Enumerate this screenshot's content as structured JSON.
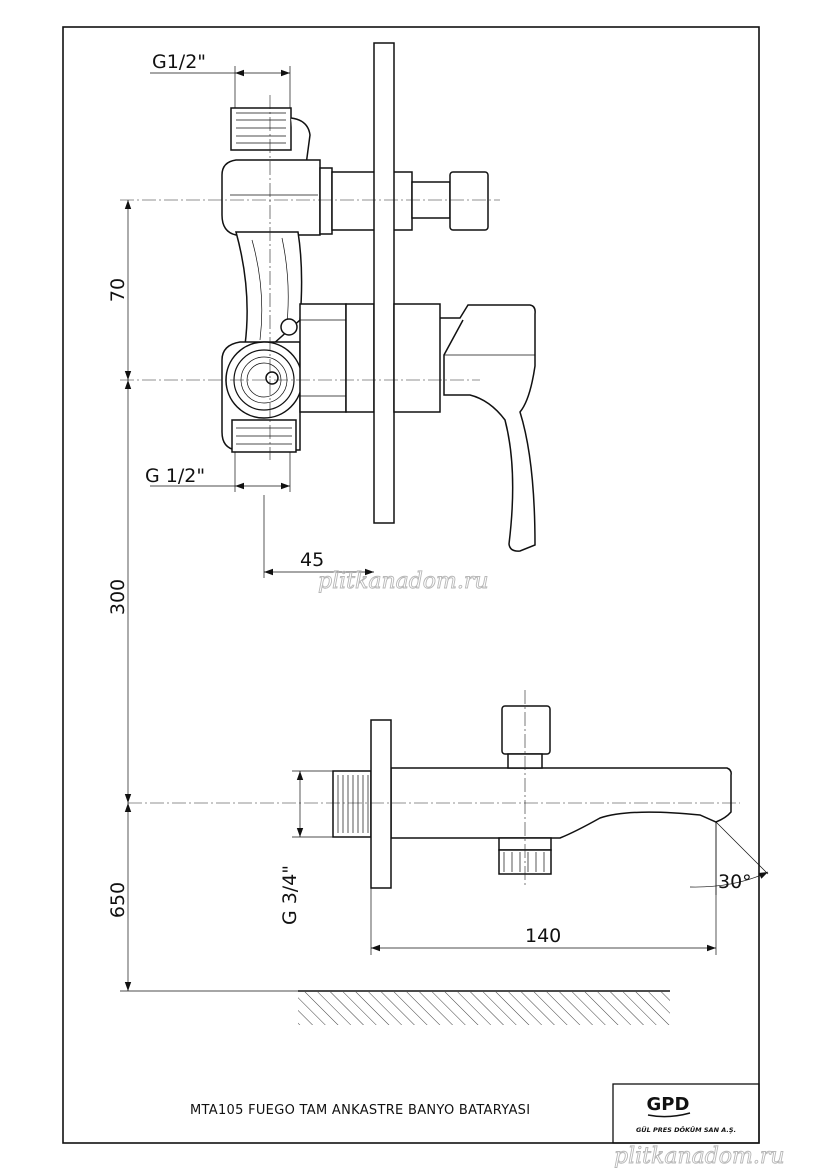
{
  "drawing": {
    "thread_top": "G1/2\"",
    "thread_bottom": "G 1/2\"",
    "dim_70": "70",
    "dim_45": "45",
    "dim_300": "300",
    "dim_650": "650",
    "thread_spout": "G 3/4\"",
    "dim_140": "140",
    "angle": "30°"
  },
  "title_block": {
    "product_title": "MTA105 FUEGO TAM ANKASTRE BANYO BATARYASI",
    "logo": "GPD",
    "company": "GÜL PRES DÖKÜM SAN A.Ş."
  },
  "watermarks": [
    "plitkanadom.ru",
    "plitkanadom.ru"
  ]
}
